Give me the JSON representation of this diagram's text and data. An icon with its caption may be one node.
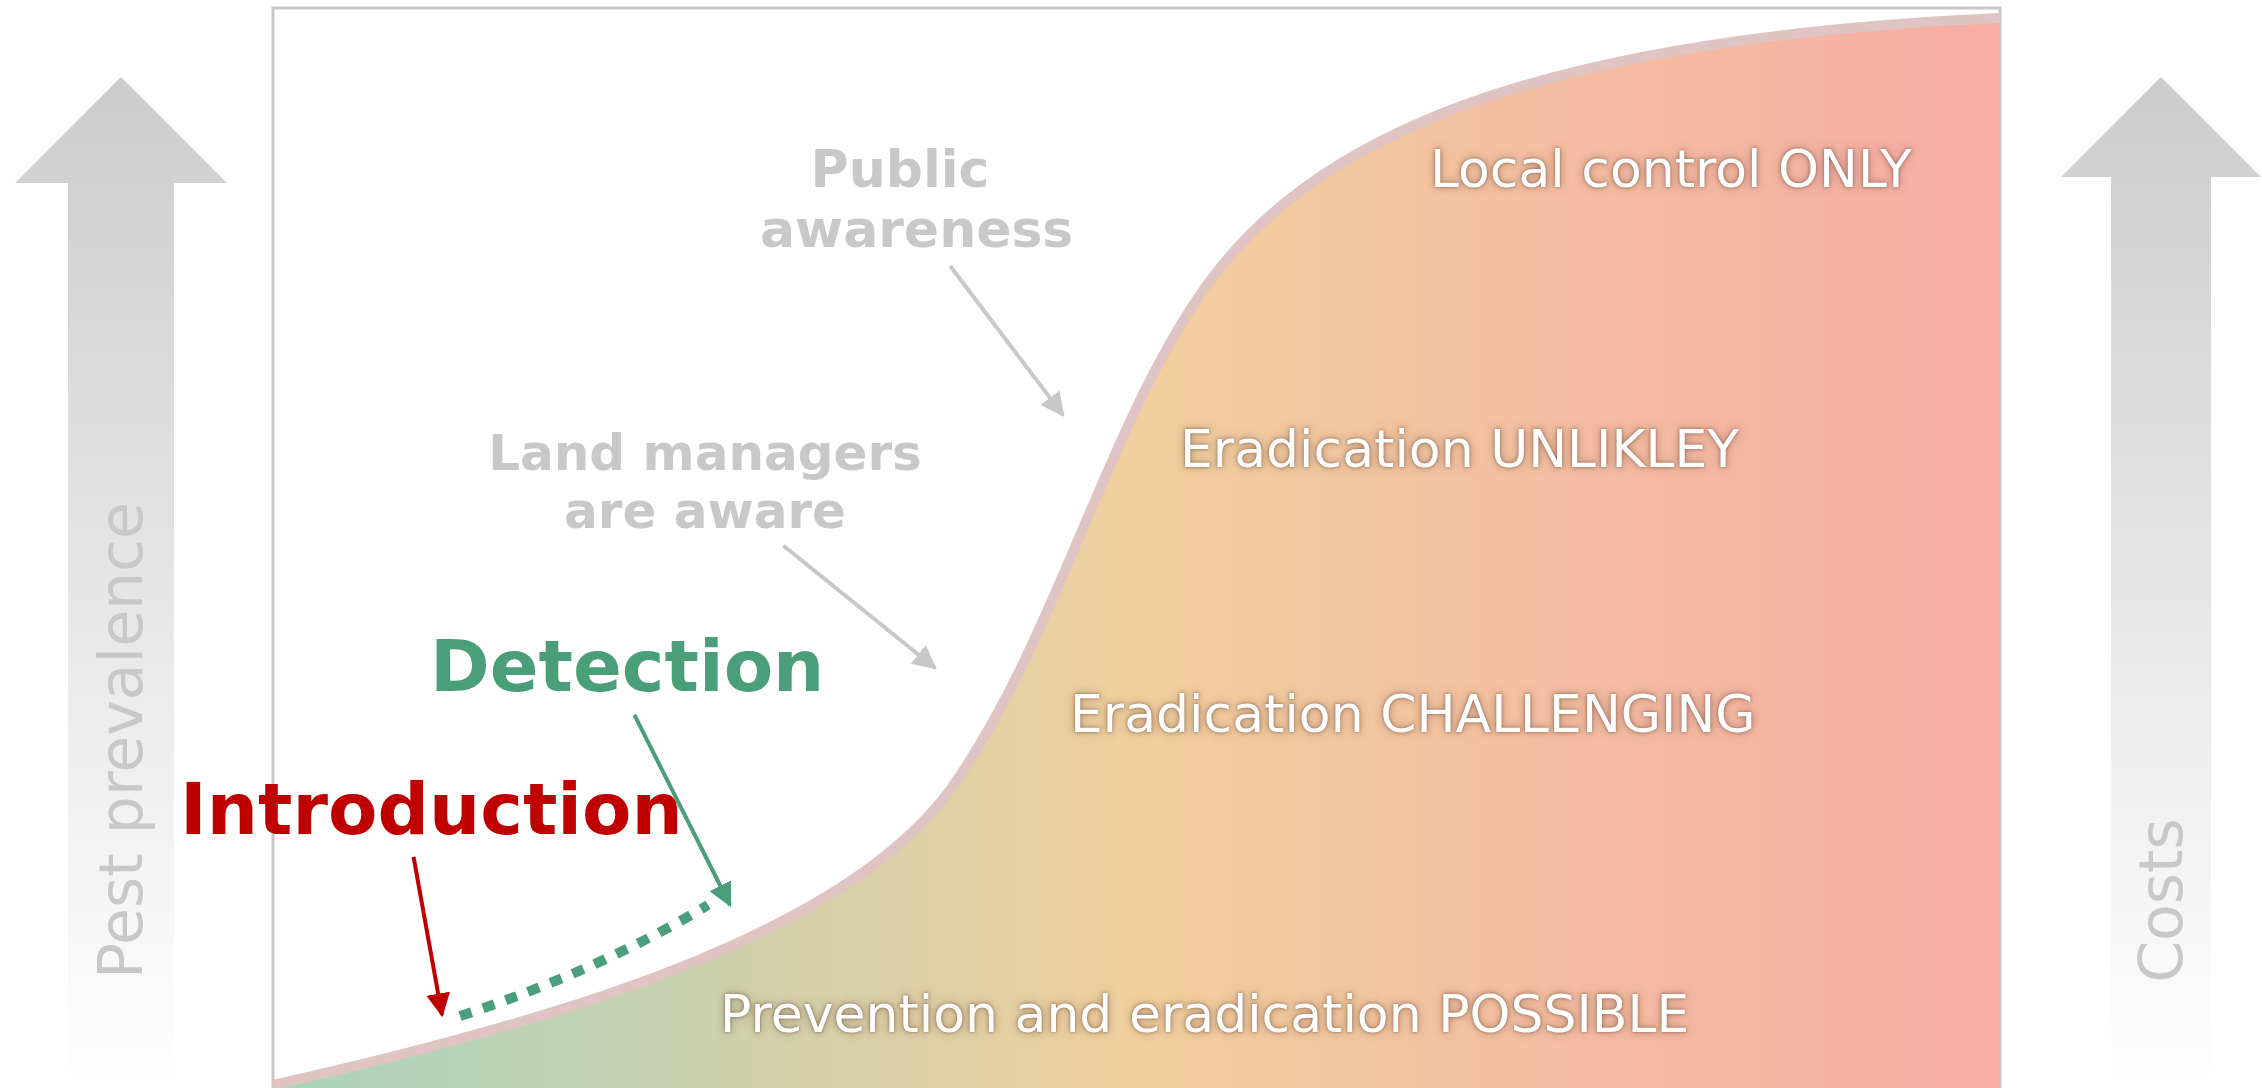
{
  "diagram": {
    "nodes": [
      {
        "text": [
          "Public awareness"
        ]
      },
      {
        "text": [
          "Land managers are aware"
        ]
      },
      {
        "text": [
          "Detection"
        ]
      },
      {
        "text": [
          "Introduction"
        ]
      }
    ],
    "edges": [
      {
        "from": 0,
        "to": null,
        "arrow": "to",
        "color": "#c8c8c8"
      },
      {
        "from": 1,
        "to": null,
        "arrow": "to",
        "color": "#c8c8c8"
      },
      {
        "from": 2,
        "to": null,
        "arrow": "to",
        "color": "#4a9e7a"
      },
      {
        "from": 3,
        "to": null,
        "arrow": "to",
        "color": "#c00000"
      }
    ],
    "labels": [
      "Local control ONLY",
      "Eradication UNLIKLEY",
      "Eradication CHALLENGING",
      "Prevention and eradication POSSIBLE",
      "Pest prevalence",
      "Costs"
    ]
  }
}
